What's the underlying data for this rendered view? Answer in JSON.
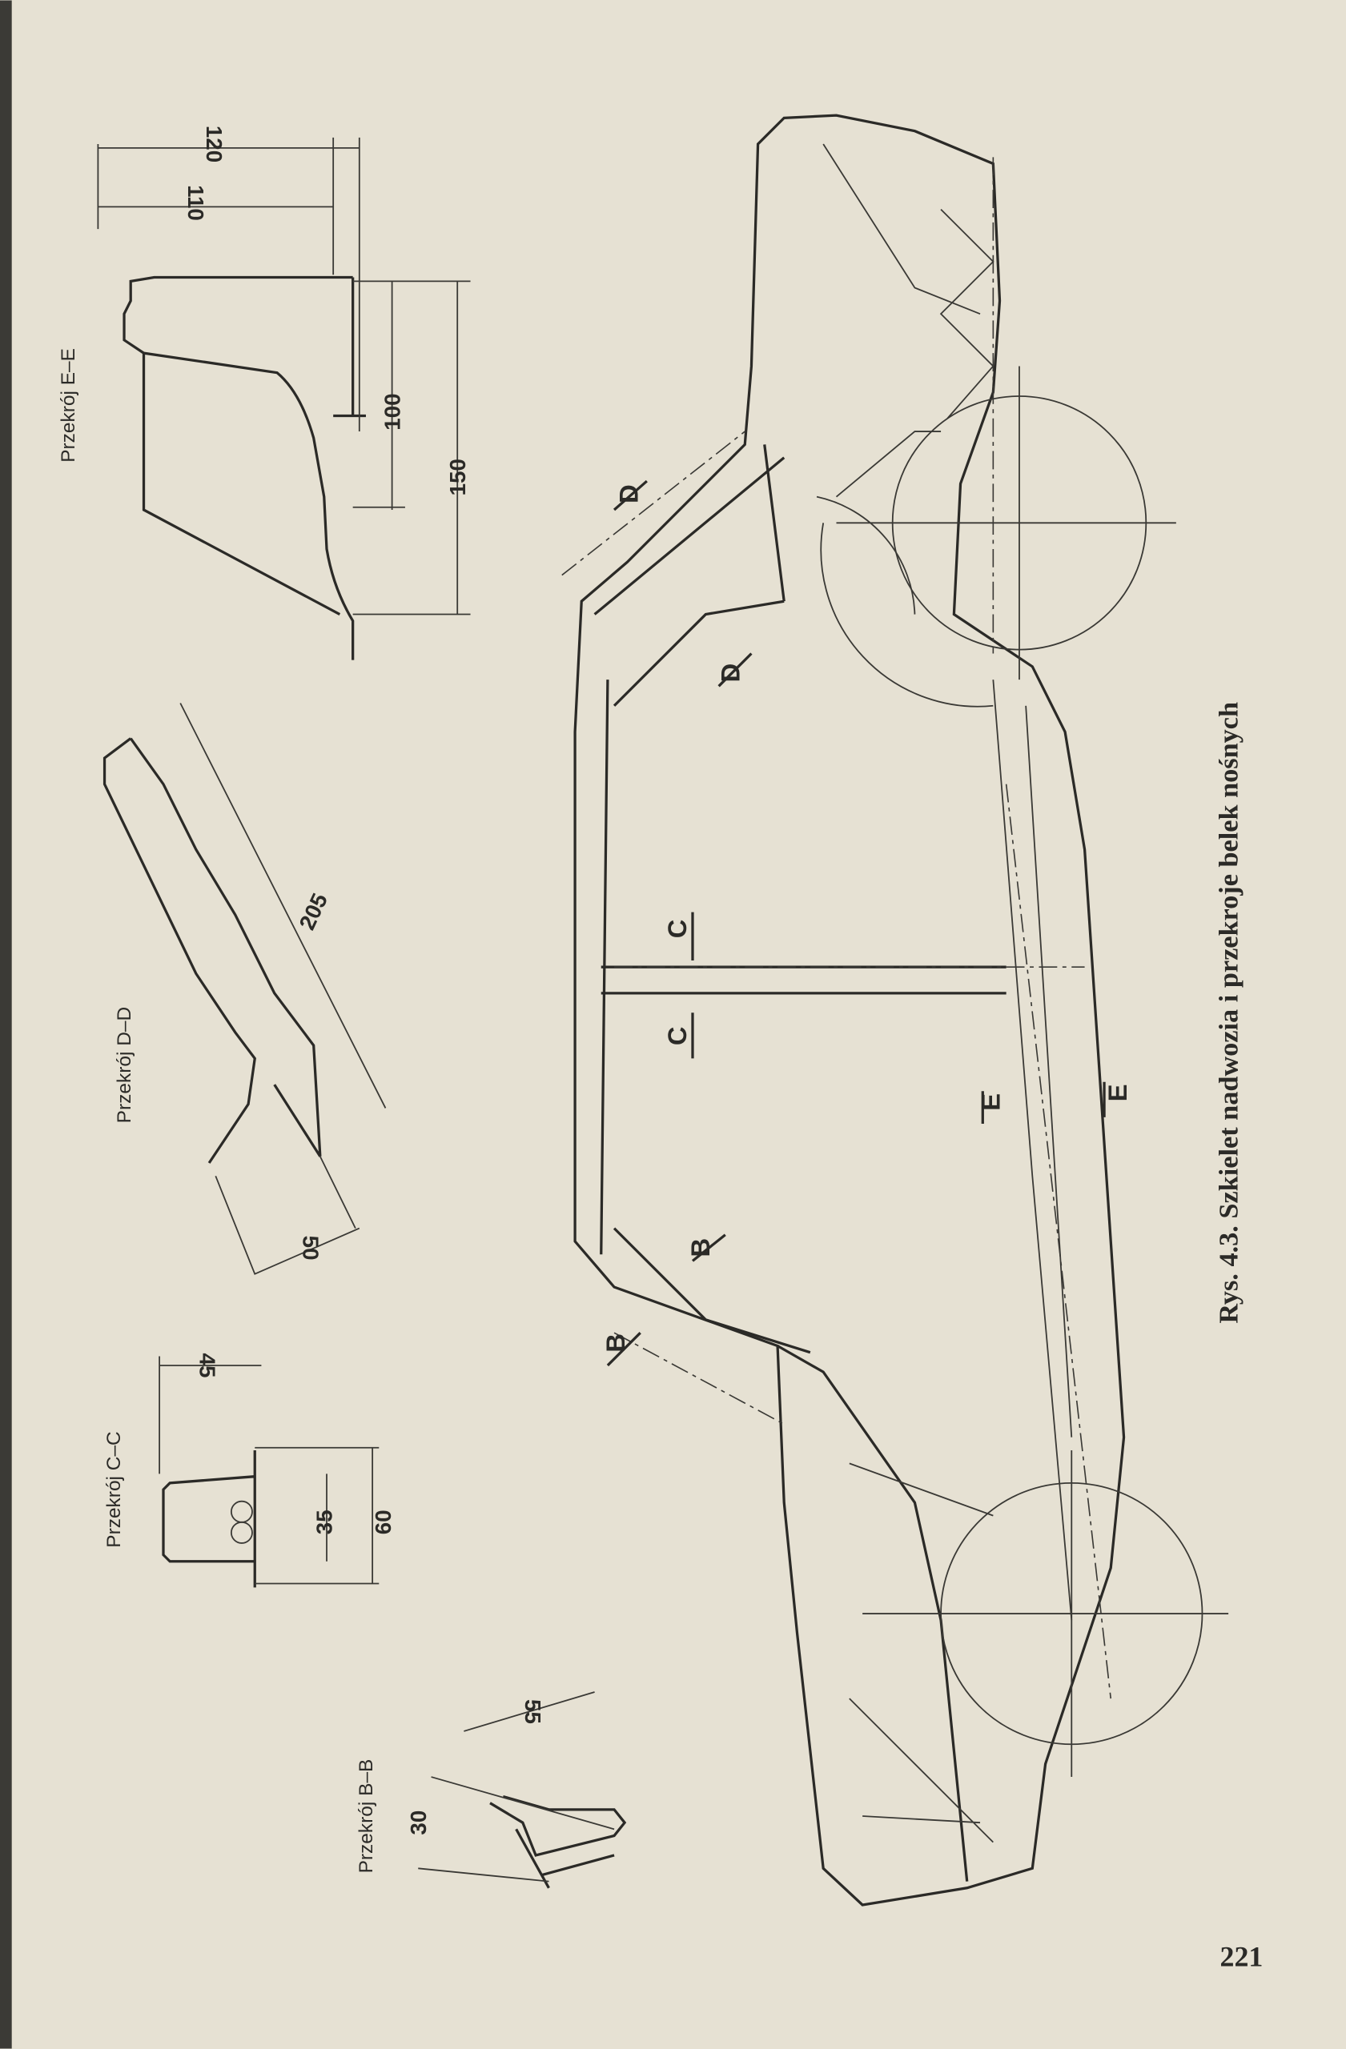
{
  "sections": {
    "e": {
      "title": "Przekrój E–E",
      "dims": [
        "120",
        "110",
        "100",
        "150"
      ]
    },
    "d": {
      "title": "Przekrój D–D",
      "dims": [
        "205",
        "50"
      ]
    },
    "c": {
      "title": "Przekrój C–C",
      "dims": [
        "45",
        "35",
        "60"
      ]
    },
    "b": {
      "title": "Przekrój B–B",
      "dims": [
        "55",
        "30"
      ]
    }
  },
  "cut_labels": {
    "b": "B",
    "c": "C",
    "d": "D",
    "e": "E"
  },
  "caption": "Rys. 4.3. Szkielet nadwozia i przekroje belek nośnych",
  "page_number": "221",
  "colors": {
    "paper": "#e6e1d3",
    "ink": "#2b2a27"
  }
}
